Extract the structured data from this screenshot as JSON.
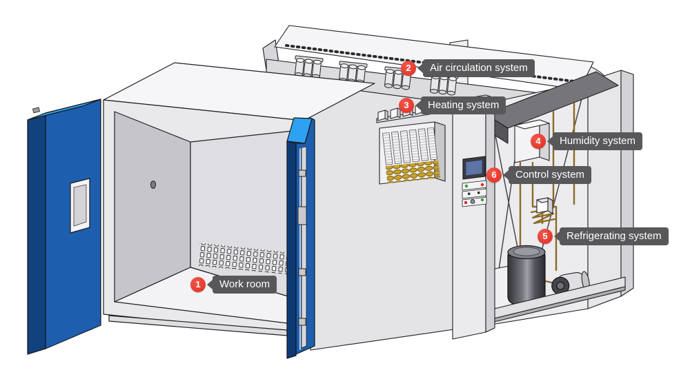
{
  "diagram": {
    "colors": {
      "badge_red": "#e8382d",
      "label_background": "#58585a",
      "label_text": "#ffffff",
      "door_blue": "#1d5fae",
      "door_blue_highlight": "#2ea1f2",
      "door_blue_dark": "#12427e",
      "pipe_gold": "#8a6a25",
      "heater_coil_gold": "#c9a22b",
      "background": "#ffffff"
    },
    "callouts": [
      {
        "number": "1",
        "label": "Work room"
      },
      {
        "number": "2",
        "label": "Air circulation system"
      },
      {
        "number": "3",
        "label": "Heating system"
      },
      {
        "number": "4",
        "label": "Humidity system"
      },
      {
        "number": "5",
        "label": "Refrigerating system"
      },
      {
        "number": "6",
        "label": "Control system"
      }
    ]
  }
}
